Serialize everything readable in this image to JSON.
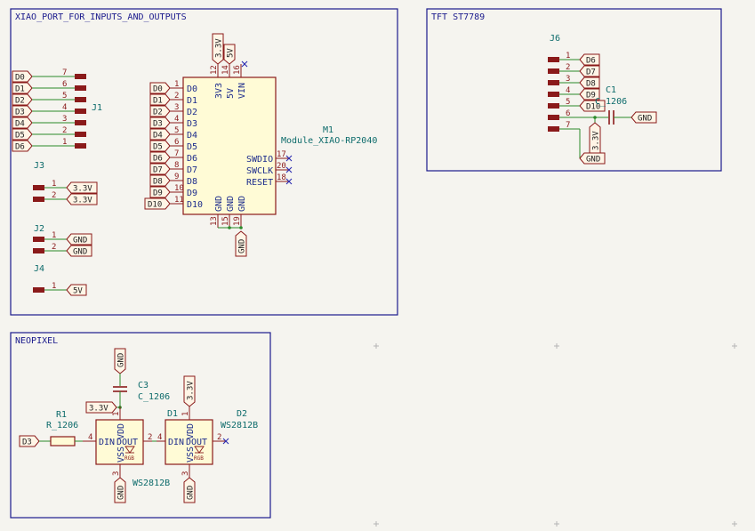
{
  "sheets": {
    "xiao": "XIAO_PORT_FOR_INPUTS_AND_OUTPUTS",
    "tft": "TFT ST7789",
    "neopixel": "NEOPIXEL"
  },
  "j1": {
    "ref": "J1",
    "pins": [
      {
        "num": "7",
        "net": "D0"
      },
      {
        "num": "6",
        "net": "D1"
      },
      {
        "num": "5",
        "net": "D2"
      },
      {
        "num": "4",
        "net": "D3"
      },
      {
        "num": "3",
        "net": "D4"
      },
      {
        "num": "2",
        "net": "D5"
      },
      {
        "num": "1",
        "net": "D6"
      }
    ]
  },
  "j3": {
    "ref": "J3",
    "pins": [
      {
        "num": "1",
        "net": "3.3V"
      },
      {
        "num": "2",
        "net": "3.3V"
      }
    ]
  },
  "j2": {
    "ref": "J2",
    "pins": [
      {
        "num": "1",
        "net": "GND"
      },
      {
        "num": "2",
        "net": "GND"
      }
    ]
  },
  "j4": {
    "ref": "J4",
    "pins": [
      {
        "num": "1",
        "net": "5V"
      }
    ]
  },
  "m1": {
    "ref": "M1",
    "value": "Module_XIAO-RP2040",
    "left_pins": [
      {
        "num": "1",
        "name": "D0",
        "net": "D0"
      },
      {
        "num": "2",
        "name": "D1",
        "net": "D1"
      },
      {
        "num": "3",
        "name": "D2",
        "net": "D2"
      },
      {
        "num": "4",
        "name": "D3",
        "net": "D3"
      },
      {
        "num": "5",
        "name": "D4",
        "net": "D4"
      },
      {
        "num": "6",
        "name": "D5",
        "net": "D5"
      },
      {
        "num": "7",
        "name": "D6",
        "net": "D6"
      },
      {
        "num": "8",
        "name": "D7",
        "net": "D7"
      },
      {
        "num": "9",
        "name": "D8",
        "net": "D8"
      },
      {
        "num": "10",
        "name": "D9",
        "net": "D9"
      },
      {
        "num": "11",
        "name": "D10",
        "net": "D10"
      }
    ],
    "top_pins": [
      {
        "num": "12",
        "name": "3V3",
        "net": "3.3V"
      },
      {
        "num": "14",
        "name": "5V",
        "net": "5V"
      },
      {
        "num": "16",
        "name": "VIN",
        "net": ""
      }
    ],
    "right_pins": [
      {
        "num": "17",
        "name": "SWDIO"
      },
      {
        "num": "20",
        "name": "SWCLK"
      },
      {
        "num": "18",
        "name": "RESET"
      }
    ],
    "bottom_pins": [
      {
        "num": "13",
        "name": "GND"
      },
      {
        "num": "15",
        "name": "GND"
      },
      {
        "num": "19",
        "name": "GND"
      }
    ],
    "gnd_label": "GND"
  },
  "j6": {
    "ref": "J6",
    "pins": [
      {
        "num": "1",
        "net": "D6"
      },
      {
        "num": "2",
        "net": "D7"
      },
      {
        "num": "3",
        "net": "D8"
      },
      {
        "num": "4",
        "net": "D9"
      },
      {
        "num": "5",
        "net": "D10"
      },
      {
        "num": "6",
        "net": ""
      },
      {
        "num": "7",
        "net": ""
      }
    ],
    "v33_label": "3.3V",
    "gnd_label": "GND"
  },
  "c1": {
    "ref": "C1",
    "value": "C_1206",
    "gnd_label": "GND"
  },
  "c3": {
    "ref": "C3",
    "value": "C_1206",
    "gnd_label": "GND",
    "v33_label": "3.3V"
  },
  "r1": {
    "ref": "R1",
    "value": "R_1206",
    "input_label": "D3"
  },
  "d1": {
    "ref": "D1",
    "value": "WS2812B",
    "pins": {
      "din": "DIN",
      "dout": "DOUT",
      "vdd": "VDD",
      "vss": "VSS",
      "rgb": "RGB"
    },
    "pinnums": {
      "din": "4",
      "dout": "2",
      "vdd": "1",
      "vss": "3"
    },
    "vdd_label": "3.3V",
    "gnd_label": "GND"
  },
  "d2": {
    "ref": "D2",
    "value": "WS2812B",
    "pins": {
      "din": "DIN",
      "dout": "DOUT",
      "vdd": "VDD",
      "vss": "VSS",
      "rgb": "RGB"
    },
    "pinnums": {
      "din": "4",
      "dout": "2",
      "vdd": "1",
      "vss": "3"
    },
    "vdd_label": "3.3V",
    "gnd_label": "GND"
  }
}
